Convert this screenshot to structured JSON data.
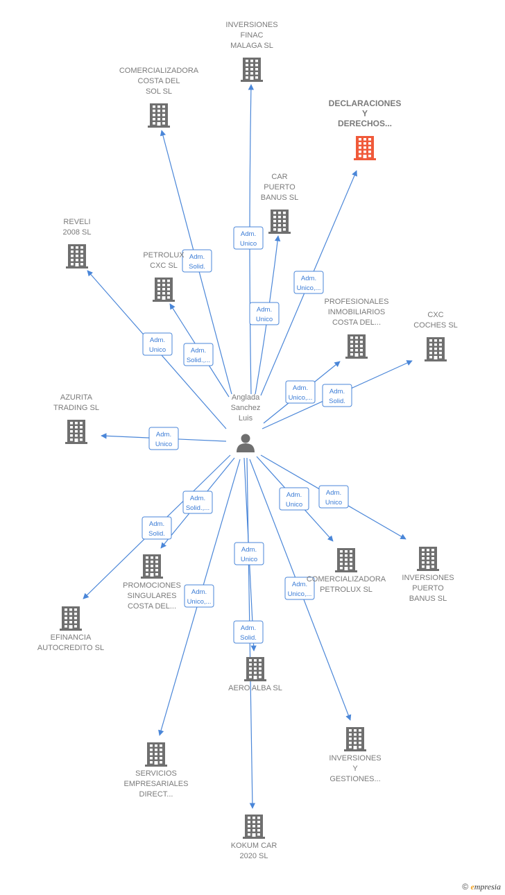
{
  "colors": {
    "edge": "#4a86d8",
    "building": "#6f6f6f",
    "highlight": "#f05a3a",
    "label": "#7a7a7a"
  },
  "center": {
    "id": "center",
    "lines": [
      "Anglada",
      "Sanchez",
      "Luis"
    ],
    "icon": "person-icon"
  },
  "nodes": [
    {
      "id": "inversiones-finac",
      "lines": [
        "INVERSIONES",
        "FINAC",
        "MALAGA SL"
      ],
      "icon": "building-icon"
    },
    {
      "id": "comercializadora-costa",
      "lines": [
        "COMERCIALIZADORA",
        "COSTA DEL",
        "SOL  SL"
      ],
      "icon": "building-icon"
    },
    {
      "id": "declaraciones",
      "lines": [
        "DECLARACIONES",
        "Y",
        "DERECHOS..."
      ],
      "icon": "building-icon",
      "highlight": true
    },
    {
      "id": "car-puerto-banus",
      "lines": [
        "CAR",
        "PUERTO",
        "BANUS SL"
      ],
      "icon": "building-icon"
    },
    {
      "id": "reveli",
      "lines": [
        "REVELI",
        "2008 SL"
      ],
      "icon": "building-icon"
    },
    {
      "id": "petrolux-cxc",
      "lines": [
        "PETROLUX",
        "CXC  SL"
      ],
      "icon": "building-icon"
    },
    {
      "id": "profesionales",
      "lines": [
        "PROFESIONALES",
        "INMOBILIARIOS",
        "COSTA DEL..."
      ],
      "icon": "building-icon"
    },
    {
      "id": "cxc-coches",
      "lines": [
        "CXC",
        "COCHES  SL"
      ],
      "icon": "building-icon"
    },
    {
      "id": "azurita",
      "lines": [
        "AZURITA",
        "TRADING  SL"
      ],
      "icon": "building-icon"
    },
    {
      "id": "promociones",
      "lines": [
        "PROMOCIONES",
        "SINGULARES",
        "COSTA DEL..."
      ],
      "icon": "building-icon"
    },
    {
      "id": "efinancia",
      "lines": [
        "EFINANCIA",
        "AUTOCREDITO SL"
      ],
      "icon": "building-icon"
    },
    {
      "id": "comercializadora-petrolux",
      "lines": [
        "COMERCIALIZADORA",
        "PETROLUX  SL"
      ],
      "icon": "building-icon"
    },
    {
      "id": "inversiones-puerto",
      "lines": [
        "INVERSIONES",
        "PUERTO",
        "BANUS SL"
      ],
      "icon": "building-icon"
    },
    {
      "id": "aero-alba",
      "lines": [
        "AERO ALBA SL"
      ],
      "icon": "building-icon"
    },
    {
      "id": "servicios",
      "lines": [
        "SERVICIOS",
        "EMPRESARIALES",
        "DIRECT..."
      ],
      "icon": "building-icon"
    },
    {
      "id": "inversiones-gestiones",
      "lines": [
        "INVERSIONES",
        "Y",
        "GESTIONES..."
      ],
      "icon": "building-icon"
    },
    {
      "id": "kokum",
      "lines": [
        "KOKUM CAR",
        "2020 SL"
      ],
      "icon": "building-icon"
    }
  ],
  "edges": [
    {
      "target": "inversiones-finac",
      "label": [
        "Adm.",
        "Unico"
      ]
    },
    {
      "target": "comercializadora-costa",
      "label": [
        "Adm.",
        "Solid."
      ]
    },
    {
      "target": "declaraciones",
      "label": [
        "Adm.",
        "Unico,..."
      ]
    },
    {
      "target": "car-puerto-banus",
      "label": [
        "Adm.",
        "Unico"
      ]
    },
    {
      "target": "reveli",
      "label": [
        "Adm.",
        "Unico"
      ]
    },
    {
      "target": "petrolux-cxc",
      "label": [
        "Adm.",
        "Solid.,..."
      ]
    },
    {
      "target": "profesionales",
      "label": [
        "Adm.",
        "Unico,..."
      ]
    },
    {
      "target": "cxc-coches",
      "label": [
        "Adm.",
        "Solid."
      ]
    },
    {
      "target": "azurita",
      "label": [
        "Adm.",
        "Unico"
      ]
    },
    {
      "target": "promociones",
      "label": [
        "Adm.",
        "Solid.,..."
      ]
    },
    {
      "target": "efinancia",
      "label": [
        "Adm.",
        "Solid."
      ]
    },
    {
      "target": "comercializadora-petrolux",
      "label": [
        "Adm.",
        "Unico"
      ]
    },
    {
      "target": "inversiones-puerto",
      "label": [
        "Adm.",
        "Unico"
      ]
    },
    {
      "target": "aero-alba",
      "label": [
        "Adm.",
        "Unico"
      ]
    },
    {
      "target": "servicios",
      "label": [
        "Adm.",
        "Unico,..."
      ]
    },
    {
      "target": "inversiones-gestiones",
      "label": [
        "Adm.",
        "Unico,..."
      ]
    },
    {
      "target": "kokum",
      "label": [
        "Adm.",
        "Solid."
      ]
    }
  ],
  "footer": {
    "copyright": "©",
    "brand_initial": "e",
    "brand_rest": "mpresia"
  }
}
